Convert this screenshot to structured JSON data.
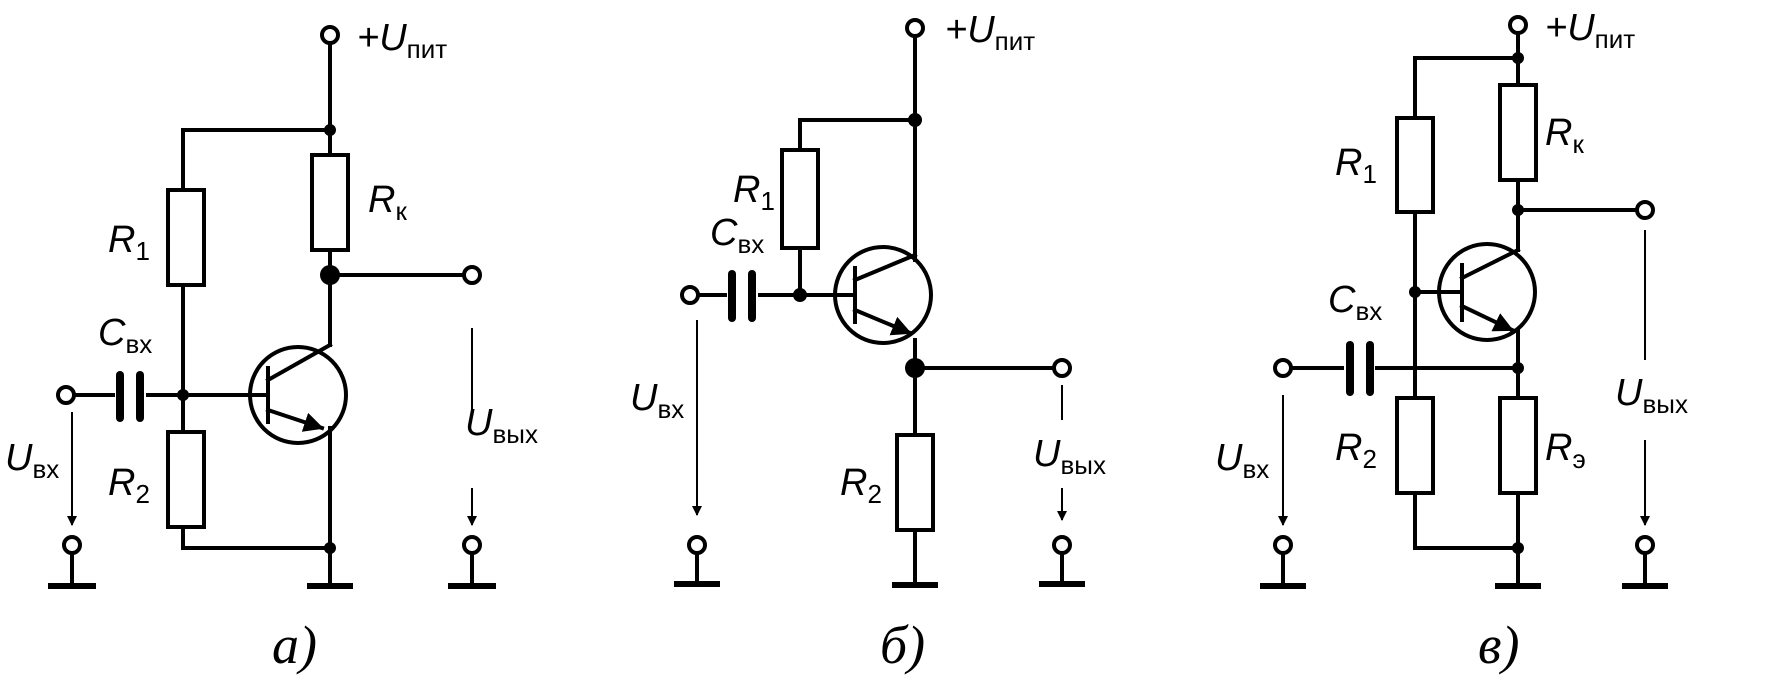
{
  "labels": {
    "a": {
      "supply": {
        "main": "+U",
        "sub": "пит"
      },
      "r1": {
        "main": "R",
        "sub": "1"
      },
      "r2": {
        "main": "R",
        "sub": "2"
      },
      "rk": {
        "main": "R",
        "sub": "к"
      },
      "cin": {
        "main": "C",
        "sub": "вх"
      },
      "uin": {
        "main": "U",
        "sub": "вх"
      },
      "uout": {
        "main": "U",
        "sub": "вых"
      },
      "caption": "а)"
    },
    "b": {
      "supply": {
        "main": "+U",
        "sub": "пит"
      },
      "r1": {
        "main": "R",
        "sub": "1"
      },
      "r2": {
        "main": "R",
        "sub": "2"
      },
      "cin": {
        "main": "C",
        "sub": "вх"
      },
      "uin": {
        "main": "U",
        "sub": "вх"
      },
      "uout": {
        "main": "U",
        "sub": "вых"
      },
      "caption": "б)"
    },
    "c": {
      "supply": {
        "main": "+U",
        "sub": "пит"
      },
      "r1": {
        "main": "R",
        "sub": "1"
      },
      "r2": {
        "main": "R",
        "sub": "2"
      },
      "rk": {
        "main": "R",
        "sub": "к"
      },
      "re": {
        "main": "R",
        "sub": "э"
      },
      "cin": {
        "main": "C",
        "sub": "вх"
      },
      "uin": {
        "main": "U",
        "sub": "вх"
      },
      "uout": {
        "main": "U",
        "sub": "вых"
      },
      "caption": "в)"
    }
  }
}
